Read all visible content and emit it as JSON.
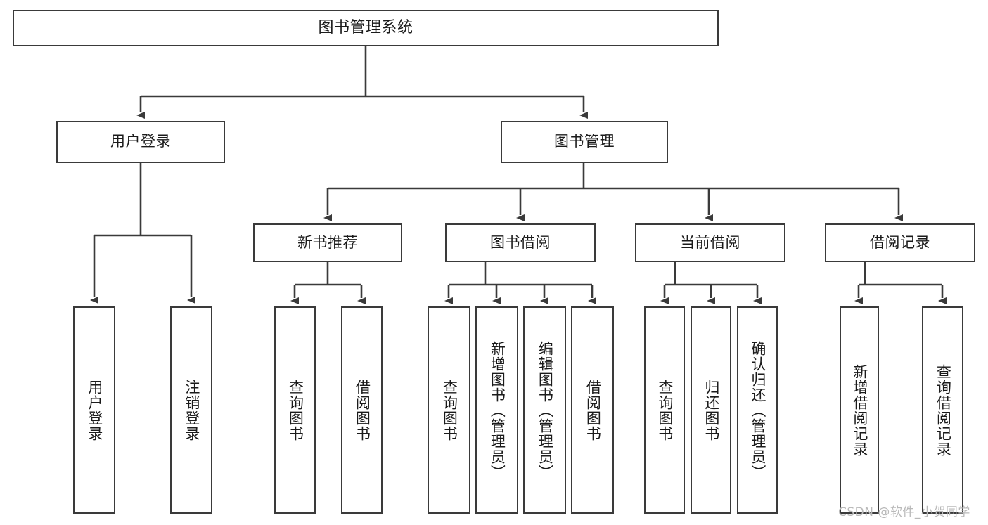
{
  "diagram": {
    "type": "tree-hierarchy",
    "title": "图书管理系统",
    "background_color": "#ffffff",
    "box_border_color": "#3a3a3a",
    "connector_color": "#3a3a3a",
    "text_color": "#1b1b1b",
    "watermark": "CSDN @软件_小贺同学",
    "watermark_color": "#b9b9b9"
  },
  "nodes": {
    "root": {
      "label": "图书管理系统",
      "orientation": "horizontal",
      "level": 0
    },
    "l1": [
      {
        "id": "user-login",
        "label": "用户登录",
        "orientation": "horizontal",
        "level": 1
      },
      {
        "id": "book-manage",
        "label": "图书管理",
        "orientation": "horizontal",
        "level": 1
      }
    ],
    "l2": [
      {
        "id": "new-book-rec",
        "label": "新书推荐",
        "orientation": "horizontal",
        "level": 2,
        "parent": "book-manage"
      },
      {
        "id": "book-borrow",
        "label": "图书借阅",
        "orientation": "horizontal",
        "level": 2,
        "parent": "book-manage"
      },
      {
        "id": "current-borrow",
        "label": "当前借阅",
        "orientation": "horizontal",
        "level": 2,
        "parent": "book-manage"
      },
      {
        "id": "borrow-record",
        "label": "借阅记录",
        "orientation": "horizontal",
        "level": 2,
        "parent": "book-manage"
      }
    ],
    "leaves": [
      {
        "id": "leaf-user-login",
        "label": "用户登录",
        "orientation": "vertical",
        "parent": "user-login"
      },
      {
        "id": "leaf-user-logout",
        "label": "注销登录",
        "orientation": "vertical",
        "parent": "user-login"
      },
      {
        "id": "leaf-rec-query-book",
        "label": "查询图书",
        "orientation": "vertical",
        "parent": "new-book-rec"
      },
      {
        "id": "leaf-rec-borrow-book",
        "label": "借阅图书",
        "orientation": "vertical",
        "parent": "new-book-rec"
      },
      {
        "id": "leaf-borrow-query-book",
        "label": "查询图书",
        "orientation": "vertical",
        "parent": "book-borrow"
      },
      {
        "id": "leaf-borrow-add-book",
        "label": "新增图书（管理员）",
        "orientation": "vertical",
        "parent": "book-borrow"
      },
      {
        "id": "leaf-borrow-edit-book",
        "label": "编辑图书（管理员）",
        "orientation": "vertical",
        "parent": "book-borrow"
      },
      {
        "id": "leaf-borrow-borrow-book",
        "label": "借阅图书",
        "orientation": "vertical",
        "parent": "book-borrow"
      },
      {
        "id": "leaf-cur-query-book",
        "label": "查询图书",
        "orientation": "vertical",
        "parent": "current-borrow"
      },
      {
        "id": "leaf-cur-return-book",
        "label": "归还图书",
        "orientation": "vertical",
        "parent": "current-borrow"
      },
      {
        "id": "leaf-cur-confirm-return",
        "label": "确认归还（管理员）",
        "orientation": "vertical",
        "parent": "current-borrow"
      },
      {
        "id": "leaf-rec-add-record",
        "label": "新增借阅记录",
        "orientation": "vertical",
        "parent": "borrow-record"
      },
      {
        "id": "leaf-rec-query-record",
        "label": "查询借阅记录",
        "orientation": "vertical",
        "parent": "borrow-record"
      }
    ]
  }
}
